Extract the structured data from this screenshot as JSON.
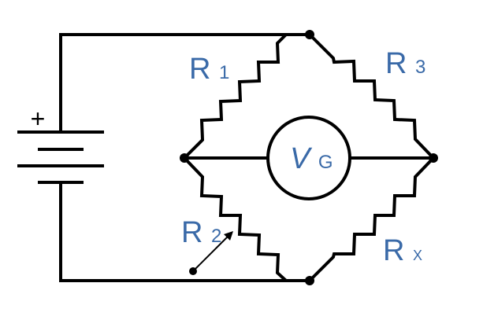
{
  "labels": {
    "plus": "+",
    "r1_main": "R",
    "r1_sub": "1",
    "r2_main": "R",
    "r2_sub": "2",
    "r3_main": "R",
    "r3_sub": "3",
    "rx_main": "R",
    "rx_sub": "X",
    "vg_main": "V",
    "vg_sub": "G"
  },
  "colors": {
    "label": "#3a6aa8",
    "wire": "#000000"
  }
}
